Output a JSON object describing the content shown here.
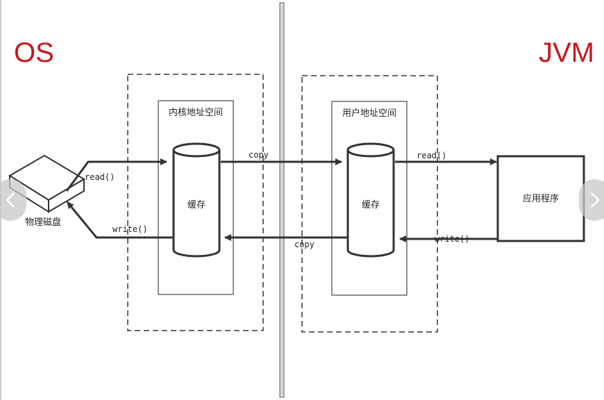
{
  "labels": {
    "os": "OS",
    "jvm": "JVM",
    "kernel_space": "内核地址空间",
    "user_space": "用户地址空间",
    "kernel_cache": "缓存",
    "user_cache": "缓存",
    "disk": "物理磁盘",
    "app": "应用程序",
    "disk_read": "read()",
    "disk_write": "write()",
    "copy_top": "copy",
    "copy_bottom": "copy",
    "app_read": "read()",
    "app_write": "write()"
  },
  "colors": {
    "accent_red": "#c8151b",
    "line": "#333333"
  },
  "icons": {
    "prev": "chevron-left-icon",
    "next": "chevron-right-icon"
  }
}
